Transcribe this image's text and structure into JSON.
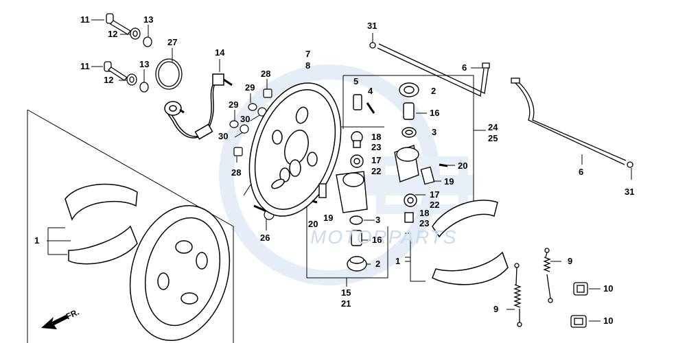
{
  "diagram": {
    "callouts": {
      "c11a": "11",
      "c13a": "13",
      "c12a": "12",
      "c27": "27",
      "c11b": "11",
      "c13b": "13",
      "c12b": "12",
      "c14": "14",
      "c28a": "28",
      "c29a": "29",
      "c29b": "29",
      "c30a": "30",
      "c30b": "30",
      "c28b": "28",
      "c7": "7",
      "c8": "8",
      "c26": "26",
      "c31a": "31",
      "c6a": "6",
      "c24": "24",
      "c25": "25",
      "c6b": "6",
      "c31b": "31",
      "c5": "5",
      "c4": "4",
      "c2a": "2",
      "c16a": "16",
      "c3a": "3",
      "c18a": "18",
      "c23a": "23",
      "c17a": "17",
      "c22a": "22",
      "c20a": "20",
      "c19a": "19",
      "c17b": "17",
      "c22b": "22",
      "c20b": "20",
      "c19b": "19",
      "c18b": "18",
      "c23b": "23",
      "c3b": "3",
      "c16b": "16",
      "c2b": "2",
      "c15": "15",
      "c21": "21",
      "c1a": "1",
      "c1b": "1",
      "c9a": "9",
      "c9b": "9",
      "c10a": "10",
      "c10b": "10"
    },
    "direction_label": "FR.",
    "watermark_text": "MOTORPARTS"
  }
}
